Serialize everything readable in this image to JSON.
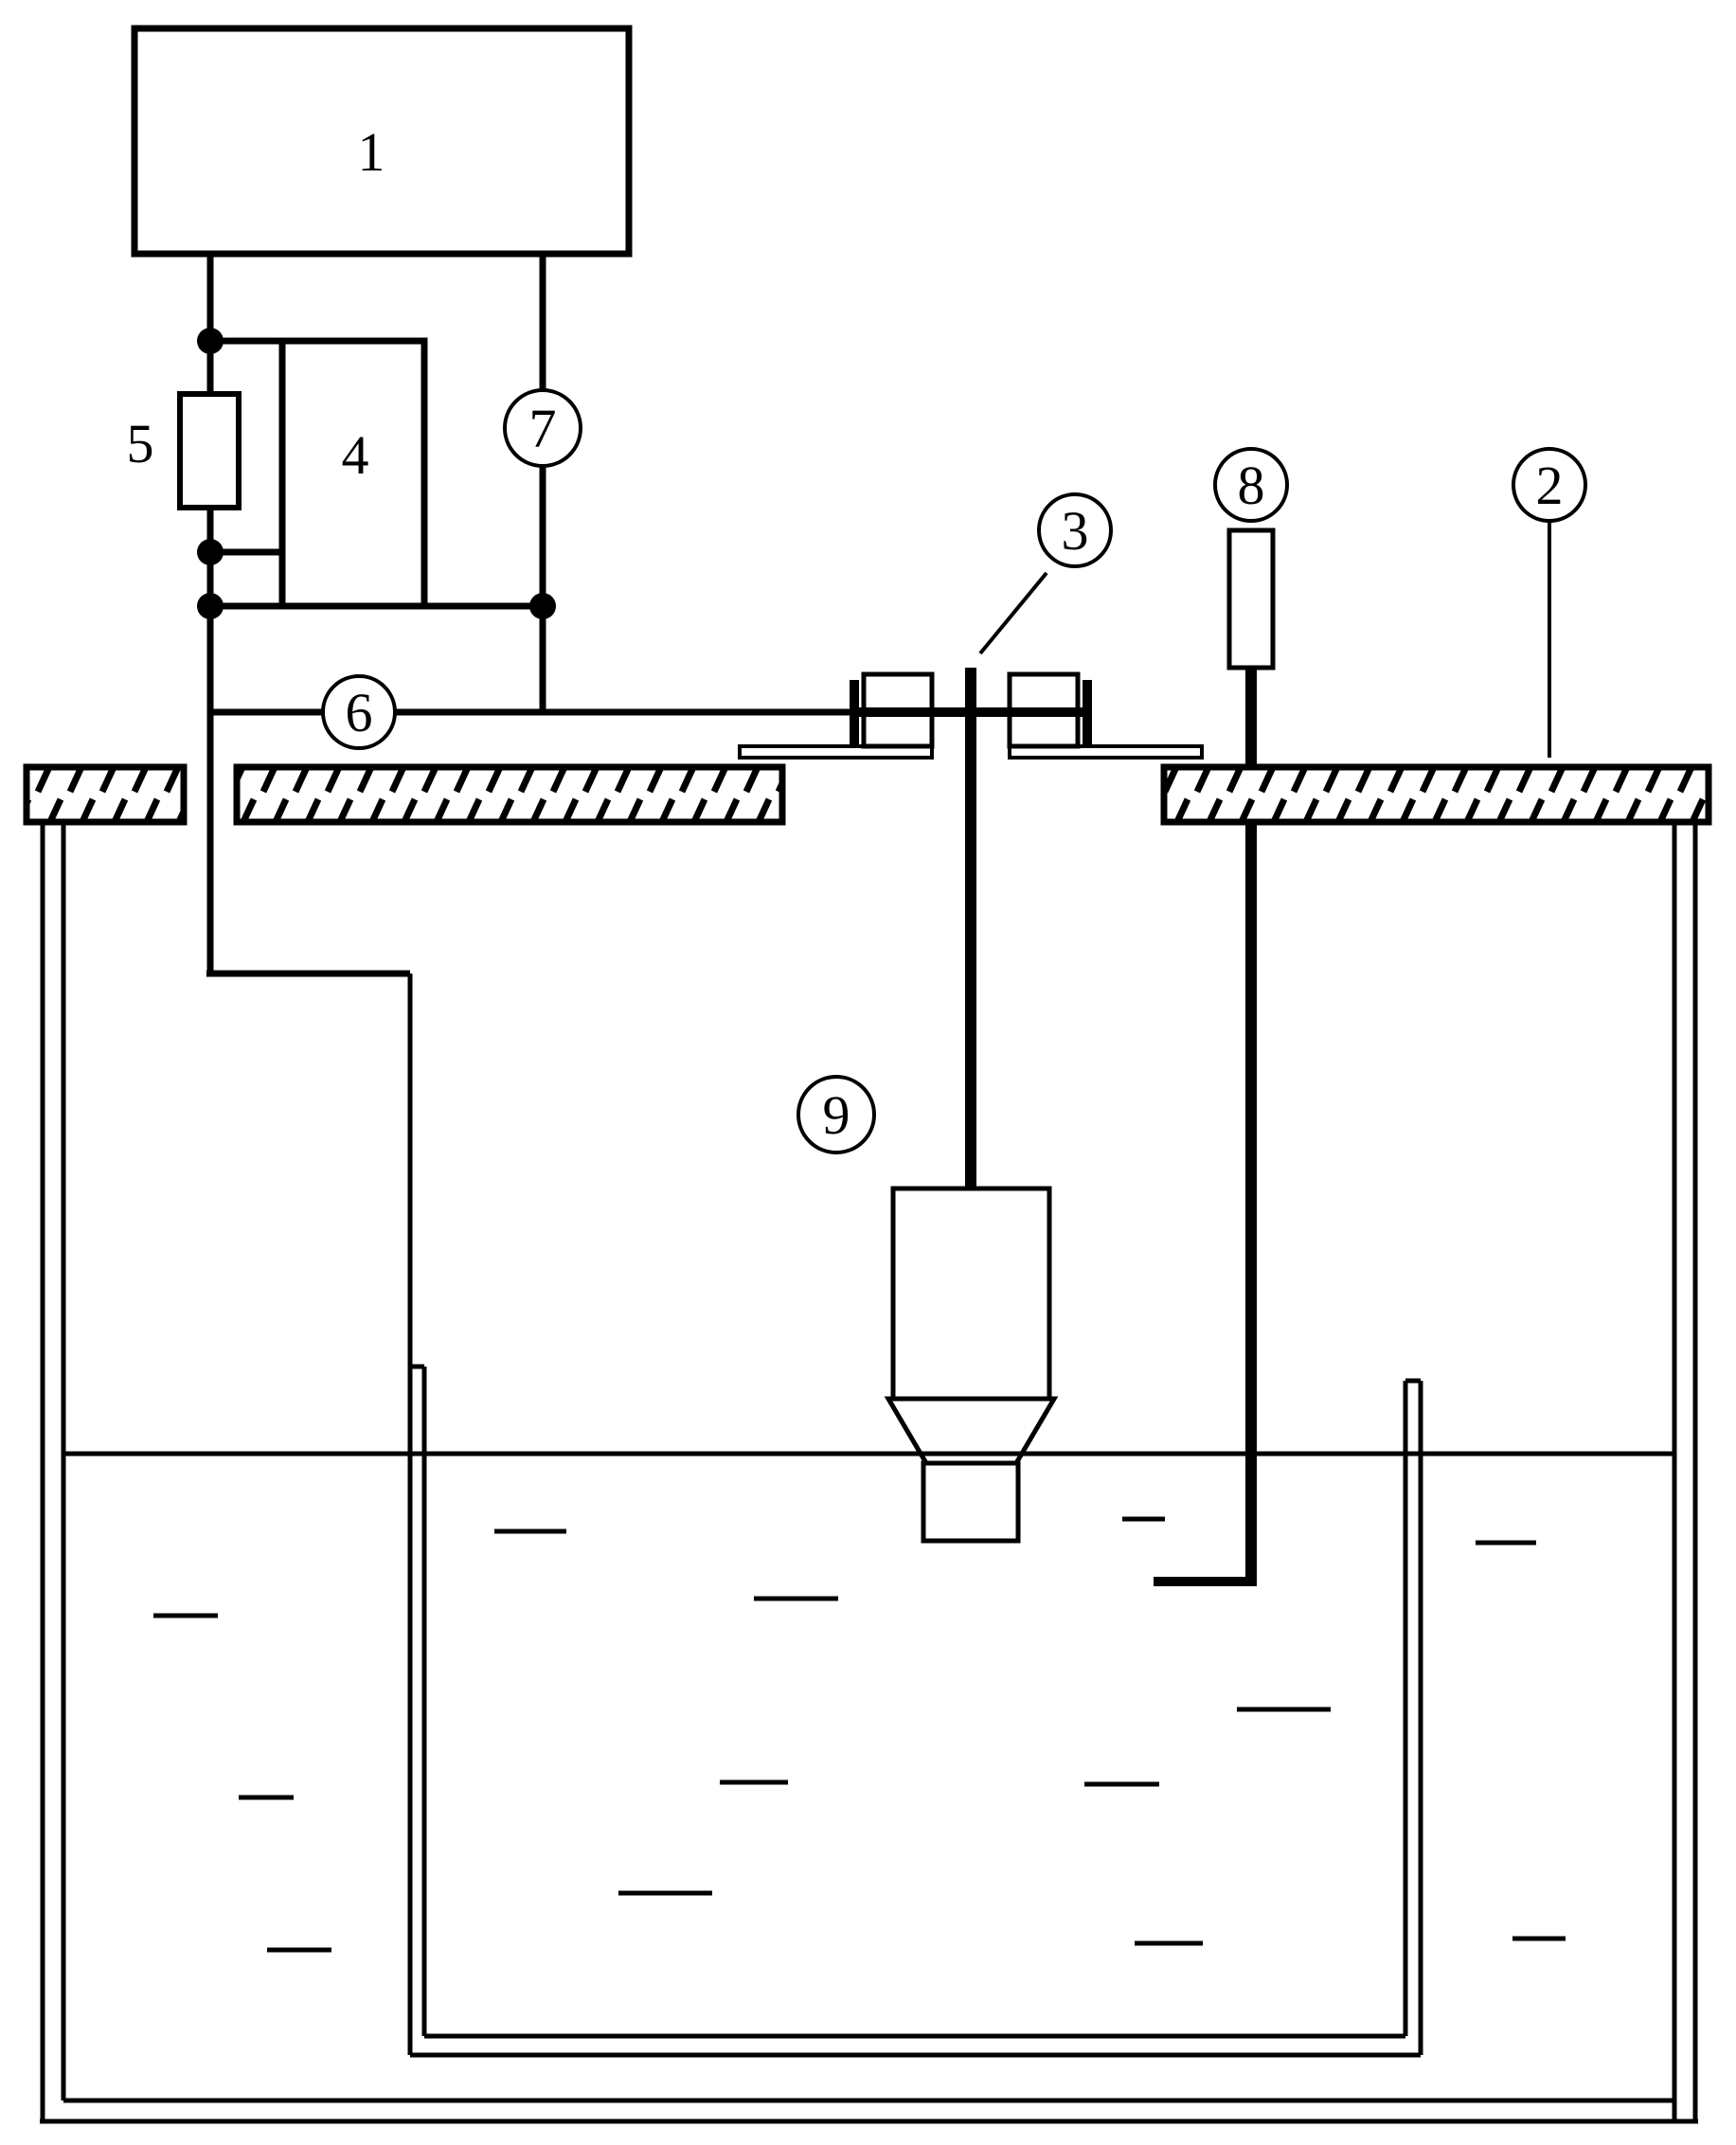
{
  "diagram": {
    "labels": {
      "label_1": "1",
      "label_2": "2",
      "label_3": "3",
      "label_4": "4",
      "label_5": "5",
      "label_6": "6",
      "label_7": "7",
      "label_8": "8",
      "label_9": "9"
    },
    "colors": {
      "line": "#000000",
      "background": "#ffffff"
    }
  }
}
